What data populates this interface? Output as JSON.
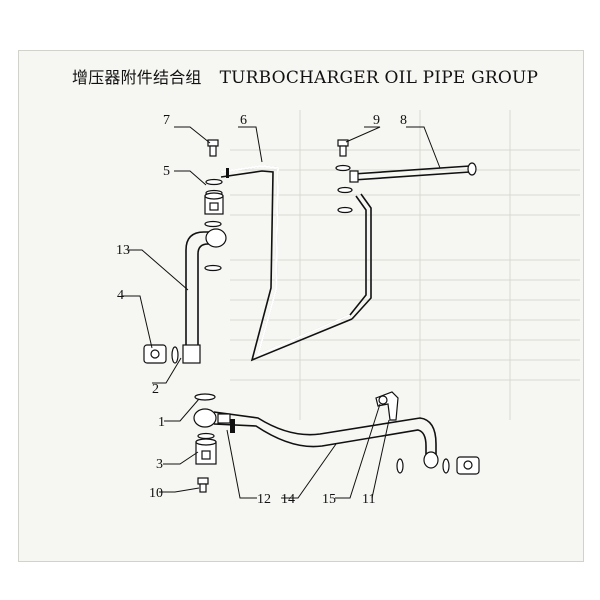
{
  "title": {
    "cn": "增压器附件结合组",
    "en": "TURBOCHARGER OIL PIPE GROUP"
  },
  "callouts": [
    "1",
    "2",
    "3",
    "4",
    "5",
    "6",
    "7",
    "8",
    "9",
    "10",
    "11",
    "12",
    "13",
    "14",
    "15"
  ]
}
